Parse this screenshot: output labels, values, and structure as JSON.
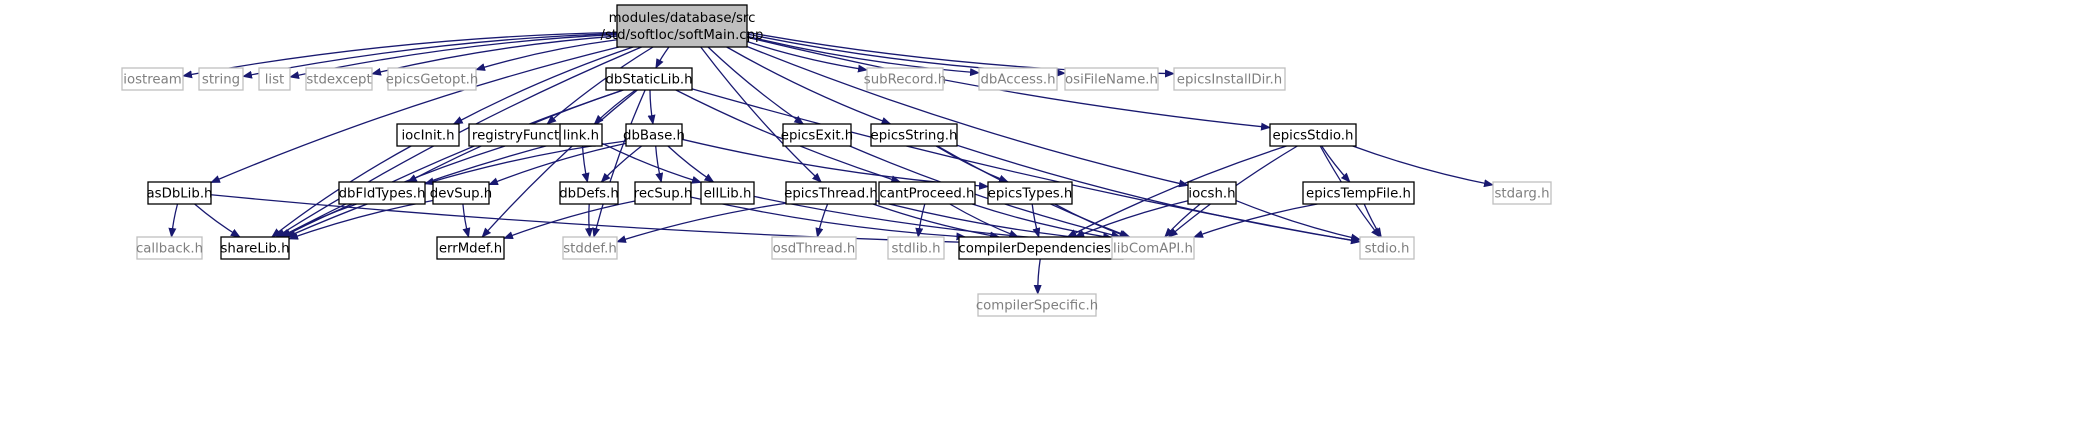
{
  "diagram": {
    "colors": {
      "edge": "#191970",
      "root_fill": "#bfbfbf",
      "node_border": "#000000",
      "external_border": "#bfbfbf",
      "external_text": "#7f7f7f",
      "node_text": "#000000"
    },
    "nodes": [
      {
        "id": "root",
        "lines": [
          "modules/database/src",
          "/std/softIoc/softMain.cpp"
        ],
        "kind": "root"
      },
      {
        "id": "iostream",
        "lines": [
          "iostream"
        ],
        "kind": "external"
      },
      {
        "id": "string",
        "lines": [
          "string"
        ],
        "kind": "external"
      },
      {
        "id": "list",
        "lines": [
          "list"
        ],
        "kind": "external"
      },
      {
        "id": "stdexcept",
        "lines": [
          "stdexcept"
        ],
        "kind": "external"
      },
      {
        "id": "epicsGetopt",
        "lines": [
          "epicsGetopt.h"
        ],
        "kind": "external"
      },
      {
        "id": "dbStaticLib",
        "lines": [
          "dbStaticLib.h"
        ],
        "kind": "file"
      },
      {
        "id": "subRecord",
        "lines": [
          "subRecord.h"
        ],
        "kind": "external"
      },
      {
        "id": "dbAccess",
        "lines": [
          "dbAccess.h"
        ],
        "kind": "external"
      },
      {
        "id": "osiFileName",
        "lines": [
          "osiFileName.h"
        ],
        "kind": "external"
      },
      {
        "id": "epicsInstallDir",
        "lines": [
          "epicsInstallDir.h"
        ],
        "kind": "external"
      },
      {
        "id": "iocInit",
        "lines": [
          "iocInit.h"
        ],
        "kind": "file"
      },
      {
        "id": "registryFunction",
        "lines": [
          "registryFunction.h"
        ],
        "kind": "file"
      },
      {
        "id": "link",
        "lines": [
          "link.h"
        ],
        "kind": "file"
      },
      {
        "id": "dbBase",
        "lines": [
          "dbBase.h"
        ],
        "kind": "file"
      },
      {
        "id": "epicsExit",
        "lines": [
          "epicsExit.h"
        ],
        "kind": "file"
      },
      {
        "id": "epicsString",
        "lines": [
          "epicsString.h"
        ],
        "kind": "file"
      },
      {
        "id": "epicsStdio",
        "lines": [
          "epicsStdio.h"
        ],
        "kind": "file"
      },
      {
        "id": "asDbLib",
        "lines": [
          "asDbLib.h"
        ],
        "kind": "file"
      },
      {
        "id": "dbFldTypes",
        "lines": [
          "dbFldTypes.h"
        ],
        "kind": "file"
      },
      {
        "id": "devSup",
        "lines": [
          "devSup.h"
        ],
        "kind": "file"
      },
      {
        "id": "dbDefs",
        "lines": [
          "dbDefs.h"
        ],
        "kind": "file"
      },
      {
        "id": "recSup",
        "lines": [
          "recSup.h"
        ],
        "kind": "file"
      },
      {
        "id": "ellLib",
        "lines": [
          "ellLib.h"
        ],
        "kind": "file"
      },
      {
        "id": "epicsThread",
        "lines": [
          "epicsThread.h"
        ],
        "kind": "file"
      },
      {
        "id": "cantProceed",
        "lines": [
          "cantProceed.h"
        ],
        "kind": "file"
      },
      {
        "id": "epicsTypes",
        "lines": [
          "epicsTypes.h"
        ],
        "kind": "file"
      },
      {
        "id": "iocsh",
        "lines": [
          "iocsh.h"
        ],
        "kind": "file"
      },
      {
        "id": "epicsTempFile",
        "lines": [
          "epicsTempFile.h"
        ],
        "kind": "file"
      },
      {
        "id": "stdarg",
        "lines": [
          "stdarg.h"
        ],
        "kind": "external"
      },
      {
        "id": "callback",
        "lines": [
          "callback.h"
        ],
        "kind": "external"
      },
      {
        "id": "shareLib",
        "lines": [
          "shareLib.h"
        ],
        "kind": "file"
      },
      {
        "id": "errMdef",
        "lines": [
          "errMdef.h"
        ],
        "kind": "file"
      },
      {
        "id": "stddef",
        "lines": [
          "stddef.h"
        ],
        "kind": "external"
      },
      {
        "id": "osdThread",
        "lines": [
          "osdThread.h"
        ],
        "kind": "external"
      },
      {
        "id": "stdlib",
        "lines": [
          "stdlib.h"
        ],
        "kind": "external"
      },
      {
        "id": "compilerDependencies",
        "lines": [
          "compilerDependencies.h"
        ],
        "kind": "file"
      },
      {
        "id": "libComAPI",
        "lines": [
          "libComAPI.h"
        ],
        "kind": "external"
      },
      {
        "id": "stdio",
        "lines": [
          "stdio.h"
        ],
        "kind": "external"
      },
      {
        "id": "compilerSpecific",
        "lines": [
          "compilerSpecific.h"
        ],
        "kind": "external"
      }
    ],
    "edges": [
      [
        "root",
        "iostream"
      ],
      [
        "root",
        "string"
      ],
      [
        "root",
        "list"
      ],
      [
        "root",
        "stdexcept"
      ],
      [
        "root",
        "epicsGetopt"
      ],
      [
        "root",
        "dbStaticLib"
      ],
      [
        "root",
        "subRecord"
      ],
      [
        "root",
        "dbAccess"
      ],
      [
        "root",
        "osiFileName"
      ],
      [
        "root",
        "epicsInstallDir"
      ],
      [
        "root",
        "iocInit"
      ],
      [
        "root",
        "registryFunction"
      ],
      [
        "root",
        "epicsExit"
      ],
      [
        "root",
        "epicsString"
      ],
      [
        "root",
        "epicsStdio"
      ],
      [
        "root",
        "asDbLib"
      ],
      [
        "root",
        "epicsThread"
      ],
      [
        "root",
        "iocsh"
      ],
      [
        "root",
        "shareLib"
      ],
      [
        "dbStaticLib",
        "link"
      ],
      [
        "dbStaticLib",
        "dbBase"
      ],
      [
        "dbStaticLib",
        "dbFldTypes"
      ],
      [
        "dbStaticLib",
        "cantProceed"
      ],
      [
        "dbStaticLib",
        "shareLib"
      ],
      [
        "dbStaticLib",
        "errMdef"
      ],
      [
        "dbStaticLib",
        "stddef"
      ],
      [
        "dbStaticLib",
        "stdio"
      ],
      [
        "iocInit",
        "shareLib"
      ],
      [
        "registryFunction",
        "shareLib"
      ],
      [
        "link",
        "dbDefs"
      ],
      [
        "link",
        "ellLib"
      ],
      [
        "link",
        "shareLib"
      ],
      [
        "dbBase",
        "dbFldTypes"
      ],
      [
        "dbBase",
        "devSup"
      ],
      [
        "dbBase",
        "dbDefs"
      ],
      [
        "dbBase",
        "recSup"
      ],
      [
        "dbBase",
        "ellLib"
      ],
      [
        "dbBase",
        "epicsTypes"
      ],
      [
        "epicsExit",
        "libComAPI"
      ],
      [
        "epicsString",
        "epicsTypes"
      ],
      [
        "epicsString",
        "libComAPI"
      ],
      [
        "epicsString",
        "stdio"
      ],
      [
        "epicsStdio",
        "epicsTempFile"
      ],
      [
        "epicsStdio",
        "stdarg"
      ],
      [
        "epicsStdio",
        "stdio"
      ],
      [
        "epicsStdio",
        "compilerDependencies"
      ],
      [
        "epicsStdio",
        "libComAPI"
      ],
      [
        "asDbLib",
        "callback"
      ],
      [
        "asDbLib",
        "shareLib"
      ],
      [
        "asDbLib",
        "libComAPI"
      ],
      [
        "dbFldTypes",
        "shareLib"
      ],
      [
        "devSup",
        "errMdef"
      ],
      [
        "devSup",
        "shareLib"
      ],
      [
        "dbDefs",
        "stddef"
      ],
      [
        "recSup",
        "errMdef"
      ],
      [
        "recSup",
        "compilerDependencies"
      ],
      [
        "ellLib",
        "libComAPI"
      ],
      [
        "epicsThread",
        "stddef"
      ],
      [
        "epicsThread",
        "osdThread"
      ],
      [
        "epicsThread",
        "compilerDependencies"
      ],
      [
        "epicsThread",
        "libComAPI"
      ],
      [
        "cantProceed",
        "stdlib"
      ],
      [
        "cantProceed",
        "compilerDependencies"
      ],
      [
        "cantProceed",
        "libComAPI"
      ],
      [
        "epicsTypes",
        "compilerDependencies"
      ],
      [
        "epicsTypes",
        "libComAPI"
      ],
      [
        "iocsh",
        "stdio"
      ],
      [
        "iocsh",
        "compilerDependencies"
      ],
      [
        "iocsh",
        "libComAPI"
      ],
      [
        "epicsTempFile",
        "stdio"
      ],
      [
        "epicsTempFile",
        "libComAPI"
      ],
      [
        "compilerDependencies",
        "compilerSpecific"
      ]
    ]
  }
}
